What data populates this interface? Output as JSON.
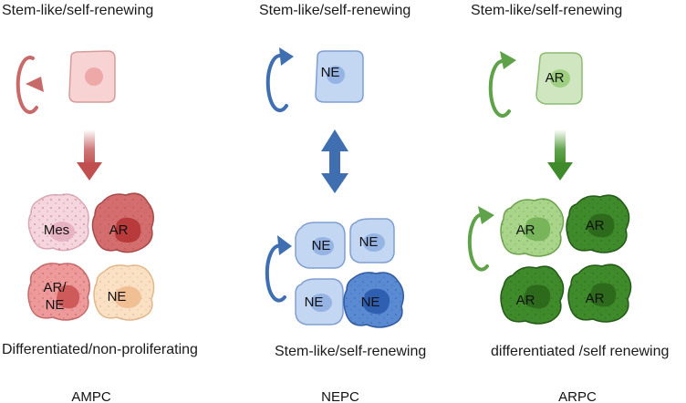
{
  "colors": {
    "ampc_arrow": "#c96a6a",
    "nepc_arrow": "#3f6fb0",
    "arpc_arrow": "#5fa24a",
    "ampc_cell": "#f7d3d3",
    "nepc_cell": "#c3d6f2",
    "arpc_cell": "#cfe6c0"
  },
  "columns": [
    {
      "id": "ampc",
      "top_label": "Stem-like/self-renewing",
      "stem_cell_label": "",
      "bottom_label": "Differentiated/non-proliferating",
      "column_label": "AMPC",
      "differentiated_cells": [
        "Mes",
        "AR",
        "AR/\nNE",
        "NE"
      ]
    },
    {
      "id": "nepc",
      "top_label": "Stem-like/self-renewing",
      "stem_cell_label": "NE",
      "bottom_label": "Stem-like/self-renewing",
      "column_label": "NEPC",
      "differentiated_cells": [
        "NE",
        "NE",
        "NE",
        "NE"
      ]
    },
    {
      "id": "arpc",
      "top_label": "Stem-like/self-renewing",
      "stem_cell_label": "AR",
      "bottom_label": "differentiated /self renewing",
      "column_label": "ARPC",
      "differentiated_cells": [
        "AR",
        "AR",
        "AR",
        "AR"
      ]
    }
  ]
}
